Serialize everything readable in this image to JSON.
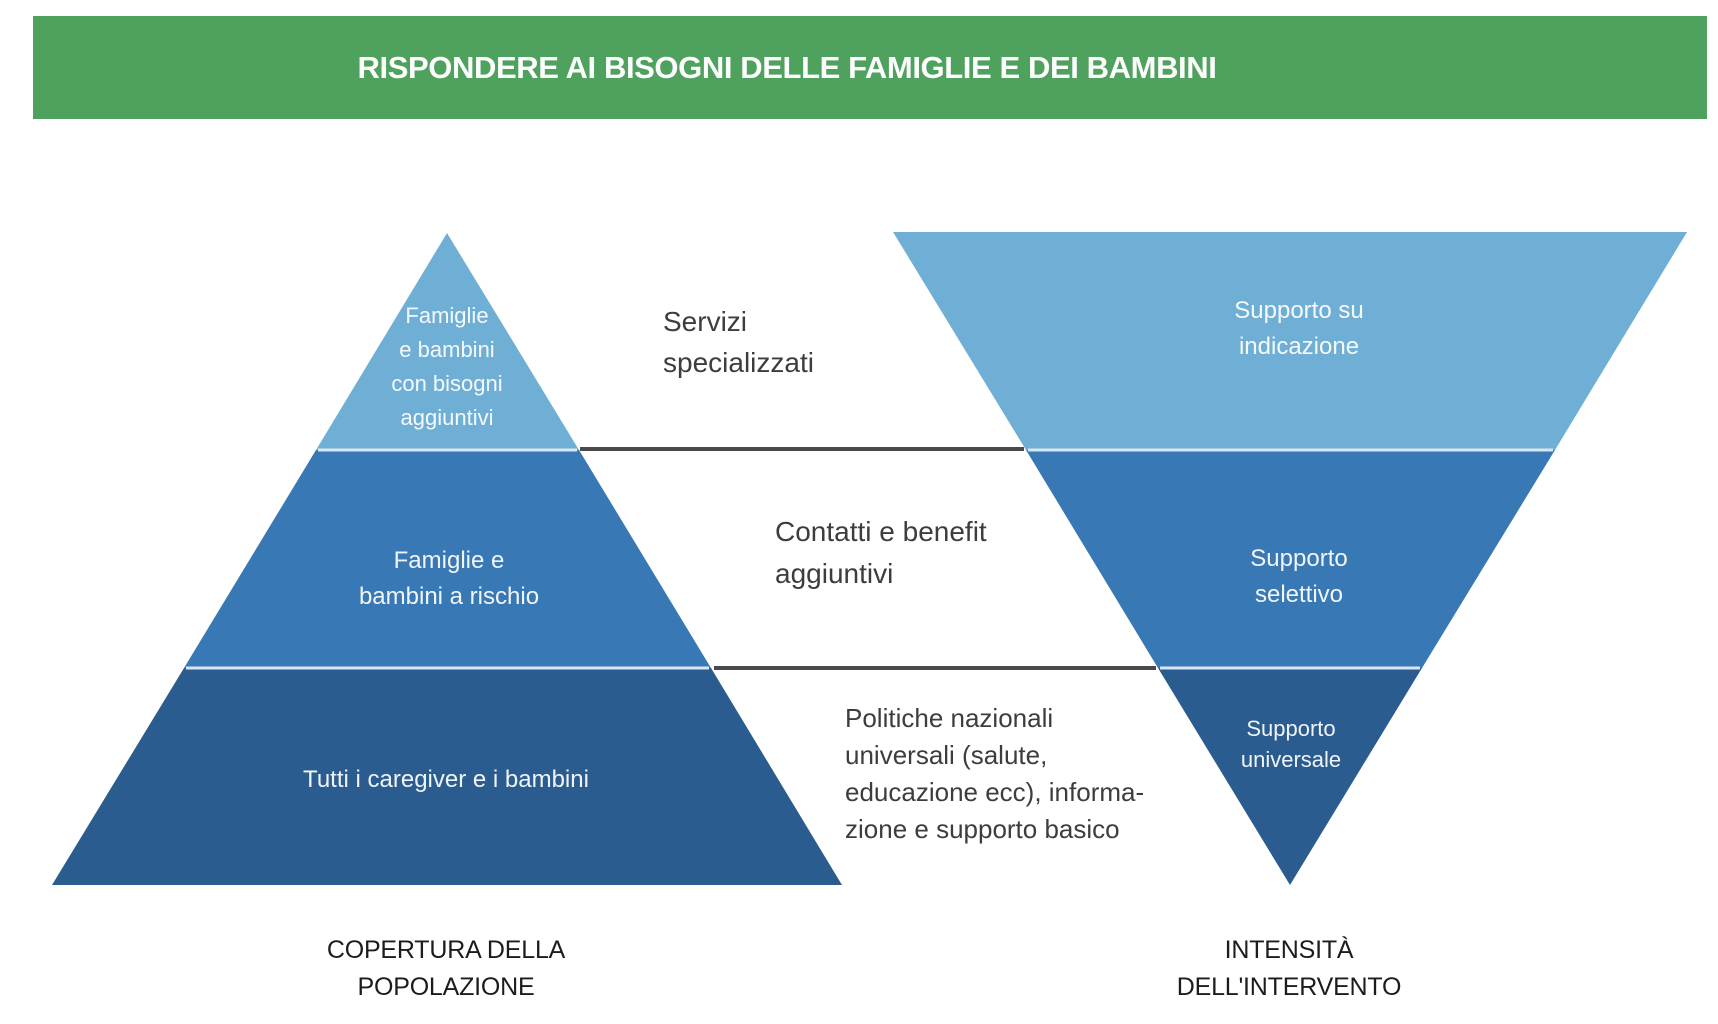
{
  "colors": {
    "header_bg": "#4fa25e",
    "band_light": "#6fafd6",
    "band_medium": "#3878b5",
    "band_dark": "#2b5c8f",
    "connector_line": "#4a4a4a",
    "band_gap_line": "#d9e7f2",
    "service_text": "#3d3d3d",
    "axis_text": "#1c1c1c"
  },
  "header": {
    "title": "RISPONDERE AI BISOGNI DELLE FAMIGLIE E DEI BAMBINI"
  },
  "pyramid": {
    "axis_label": "COPERTURA DELLA\nPOPOLAZIONE",
    "layers": [
      {
        "label": "Famiglie\ne bambini\ncon bisogni\naggiuntivi"
      },
      {
        "label": "Famiglie e\nbambini a rischio"
      },
      {
        "label": "Tutti i caregiver e i bambini"
      }
    ]
  },
  "funnel": {
    "axis_label": "INTENSITÀ\nDELL'INTERVENTO",
    "layers": [
      {
        "label": "Supporto su\nindicazione"
      },
      {
        "label": "Supporto\nselettivo"
      },
      {
        "label": "Supporto\nuniversale"
      }
    ]
  },
  "service_labels": [
    {
      "text": "Servizi\nspecializzati"
    },
    {
      "text": "Contatti e benefit\naggiuntivi"
    },
    {
      "text": "Politiche nazionali\nuniversali (salute,\neducazione ecc), informa-\nzione e supporto basico"
    }
  ]
}
